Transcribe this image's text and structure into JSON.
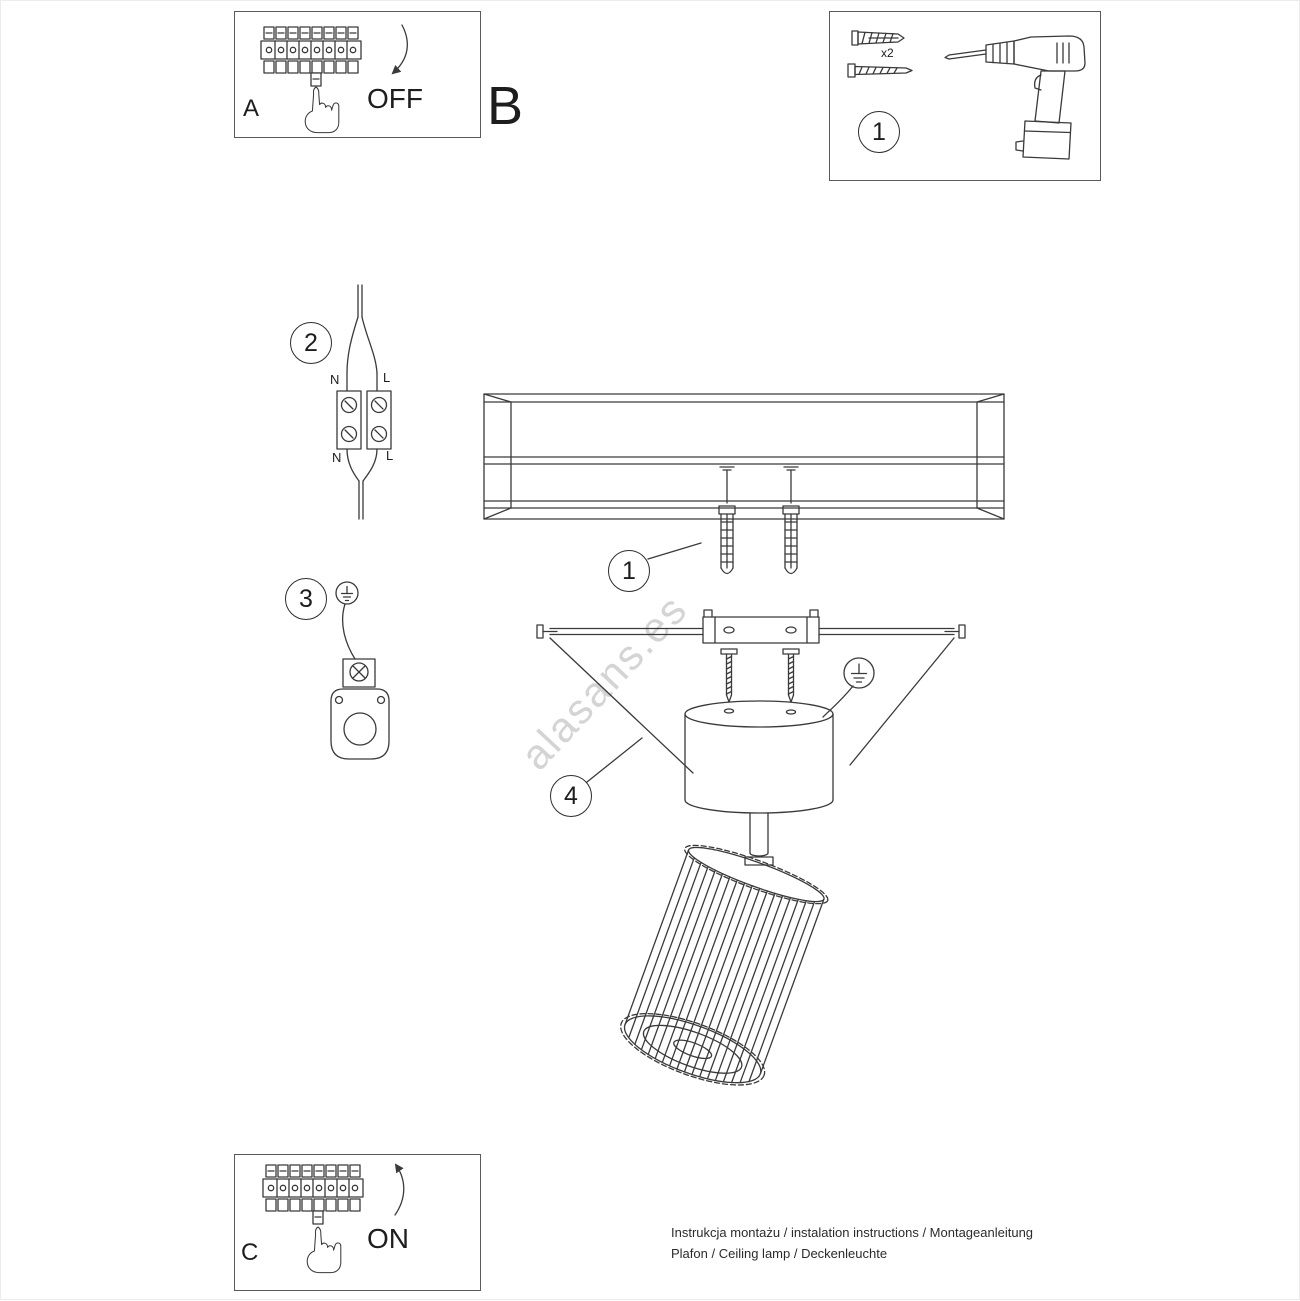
{
  "page": {
    "watermark": "alasans.es",
    "footer": {
      "line1": "Instrukcja montażu / instalation instructions / Montageanleitung",
      "line2": "Plafon / Ceiling lamp / Deckenleuchte"
    }
  },
  "panels": {
    "breaker_off": {
      "label": "A",
      "state": "OFF"
    },
    "section_b": {
      "label": "B"
    },
    "breaker_on": {
      "label": "C",
      "state": "ON"
    },
    "tools": {
      "step": "1",
      "anchor_count": "x2"
    }
  },
  "steps": {
    "step1": "1",
    "step2": "2",
    "step3": "3",
    "step4": "4"
  },
  "wiring": {
    "top_n": "N",
    "top_l": "L",
    "bottom_n": "N",
    "bottom_l": "L"
  }
}
